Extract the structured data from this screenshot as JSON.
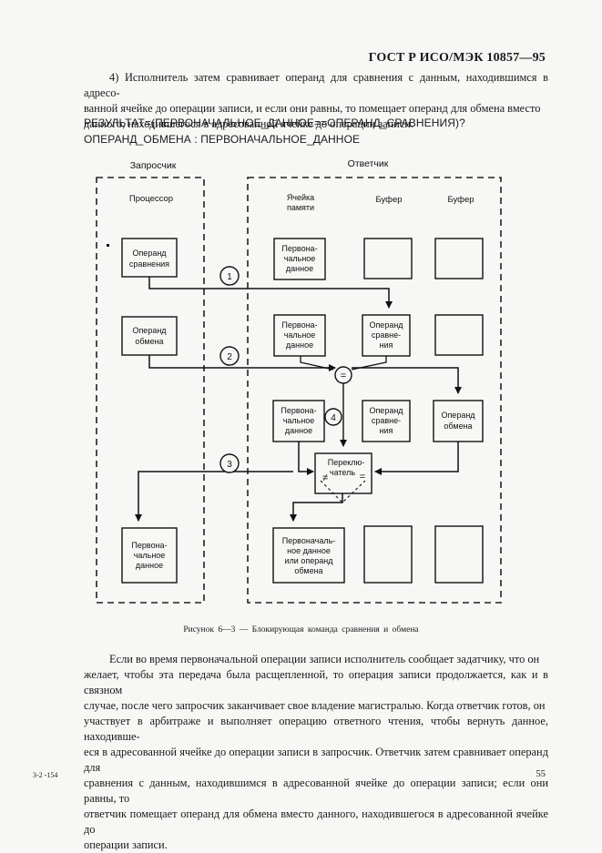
{
  "header": {
    "standard": "ГОСТ Р ИСО/МЭК 10857—95"
  },
  "intro": {
    "lines": [
      "4) Исполнитель затем сравнивает операнд для сравнения с данным, находившимся в адресо-",
      "ванной ячейке до операции записи, и если они равны, то помещает операнд для обмена вместо",
      "данного, находившегося в адресованной ячейке до операции записи."
    ]
  },
  "code": {
    "line1": "РЕЗУЛЬТАТ=(ПЕРВОНАЧАЛЬНОЕ_ДАННОЕ==ОПЕРАНД_СРАВНЕНИЯ)?",
    "line2": "ОПЕРАНД_ОБМЕНА : ПЕРВОНАЧАЛЬНОЕ_ДАННОЕ"
  },
  "figure": {
    "requester_title": "Запросчик",
    "responder_title": "Ответчик",
    "processor_label": "Процессор",
    "memory_cell_label": [
      "Ячейка",
      "памяти"
    ],
    "buffer_label_1": "Буфер",
    "buffer_label_2": "Буфер",
    "compare_operand": [
      "Операнд",
      "сравнения"
    ],
    "swap_operand": [
      "Операнд",
      "обмена"
    ],
    "initial_data": [
      "Первона-",
      "чальное",
      "данное"
    ],
    "compare_operand_hyph": [
      "Операнд",
      "сравне-",
      "ния"
    ],
    "switch_label": [
      "Переклю-",
      "чатель"
    ],
    "result_box": [
      "Первоначаль-",
      "ное данное",
      "или операнд",
      "обмена"
    ],
    "step1": "1",
    "step2": "2",
    "step3": "3",
    "step4": "4",
    "eq_symbol": "=",
    "neq_symbol": "≠"
  },
  "caption": "Рисунок 6—3 — Блокирующая команда сравнения и обмена",
  "body": {
    "lines": [
      "Если во время первоначальной операции записи исполнитель сообщает задатчику, что он",
      "желает, чтобы эта передача была расщепленной, то операция записи продолжается, как и в связном",
      "случае, после чего запросчик заканчивает свое владение магистралью. Когда ответчик готов, он",
      "участвует в арбитраже и выполняет операцию ответного чтения, чтобы вернуть данное, находивше-",
      "еся в адресованной ячейке до операции записи в запросчик. Ответчик затем сравнивает операнд для",
      "сравнения с данным, находившимся в адресованной ячейке до операции записи; если они равны, то",
      "ответчик помещает операнд для обмена вместо данного, находившегося в адресованной ячейке до",
      "операции записи."
    ]
  },
  "footer": {
    "left": "3-2 -154",
    "page": "55"
  }
}
